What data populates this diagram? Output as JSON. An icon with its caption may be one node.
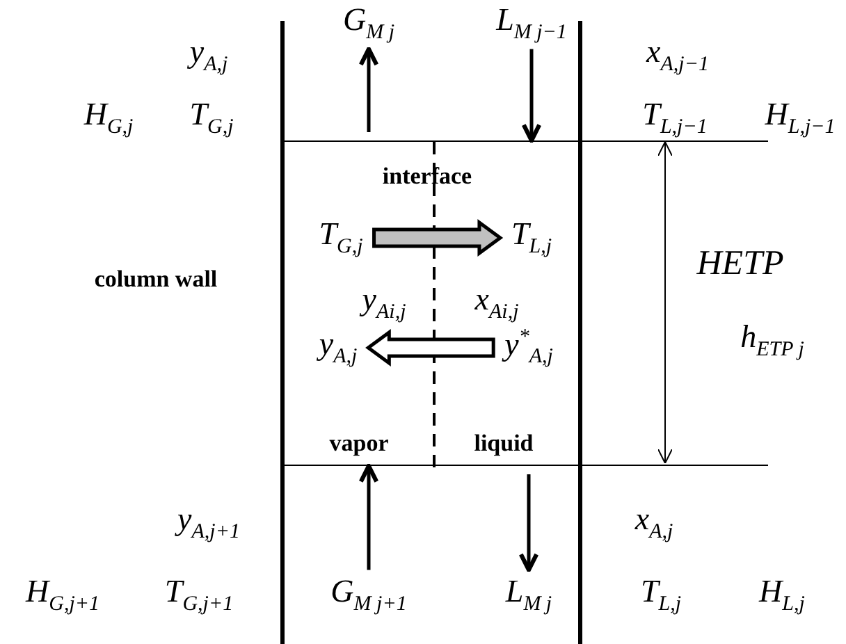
{
  "diagram": {
    "nodes": [
      {
        "text": [],
        "shape": "box"
      },
      {
        "text": [
          "G$_{M j}$"
        ]
      },
      {
        "text": [
          "L$_{M j−1}$"
        ]
      },
      {
        "text": [
          "T$_{G,j}$"
        ],
        "in": 0
      },
      {
        "text": [
          "T$_{L,j}$"
        ],
        "in": 0
      },
      {
        "text": [
          "y$_{A,j}$"
        ],
        "in": 0
      },
      {
        "text": [
          "y$^{*}$$_{A,j}$"
        ],
        "in": 0
      },
      {
        "text": [
          "G$_{M j+1}$"
        ]
      },
      {
        "text": [
          "L$_{M j}$"
        ]
      }
    ],
    "edges": [
      {
        "from": 0,
        "to": 1,
        "arrow": "to"
      },
      {
        "from": 2,
        "to": 0,
        "arrow": "to"
      },
      {
        "from": 3,
        "to": 4,
        "arrow": "to",
        "style": "thick",
        "color": "#c0c0c0"
      },
      {
        "from": 6,
        "to": 5,
        "arrow": "to",
        "style": "thick"
      },
      {
        "from": 7,
        "to": 0,
        "arrow": "to"
      },
      {
        "from": 0,
        "to": 8,
        "arrow": "to"
      }
    ],
    "labels": [
      "y$_{A,j}$",
      "x$_{A,j−1}$",
      "H$_{G,j}$",
      "T$_{G,j}$",
      "T$_{L,j−1}$",
      "H$_{L,j−1}$",
      "interface",
      "column wall",
      "HETP",
      "y$_{Ai,j}$",
      "x$_{Ai,j}$",
      "h$_{ETP j}$",
      "vapor",
      "liquid",
      "y$_{A,j+1}$",
      "x$_{A,j}$",
      "H$_{G,j+1}$",
      "T$_{G,j+1}$",
      "T$_{L,j}$",
      "H$_{L,j}$"
    ]
  }
}
